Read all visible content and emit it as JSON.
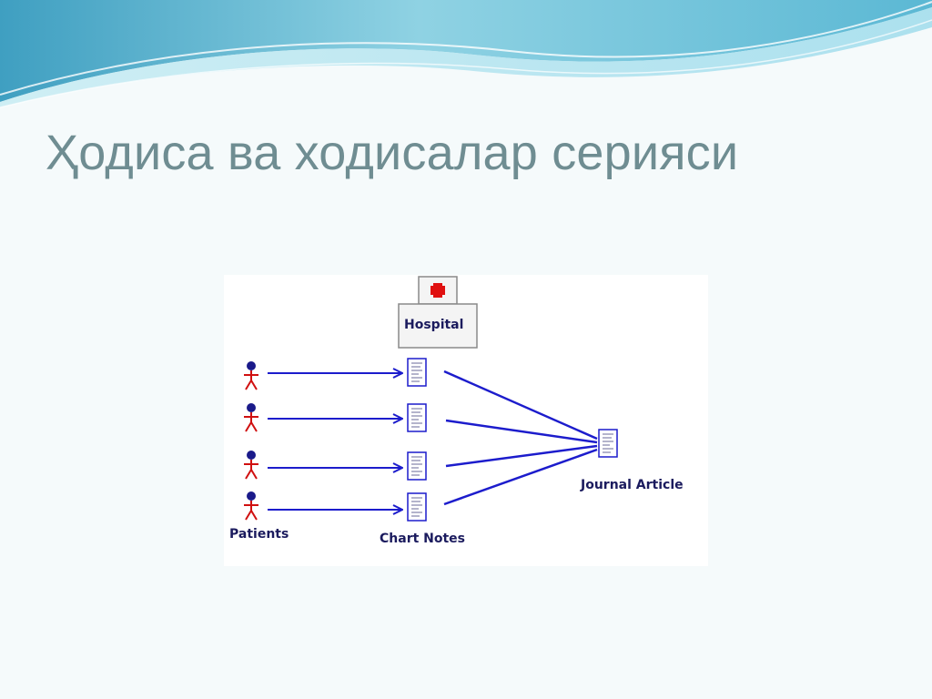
{
  "slide": {
    "title": "Ҳодиса ва ходисалар серияси"
  },
  "diagram": {
    "hospital_label": "Hospital",
    "patients_label": "Patients",
    "chart_notes_label": "Chart Notes",
    "journal_article_label": "Journal Article",
    "patient_count": 4,
    "colors": {
      "arrow": "#1c1ccc",
      "figure_body": "#d01010",
      "figure_head": "#1a1a8a",
      "cross": "#e01010",
      "title": "#6f8d92"
    },
    "icons": [
      "hospital-icon",
      "person-icon",
      "document-icon"
    ]
  }
}
